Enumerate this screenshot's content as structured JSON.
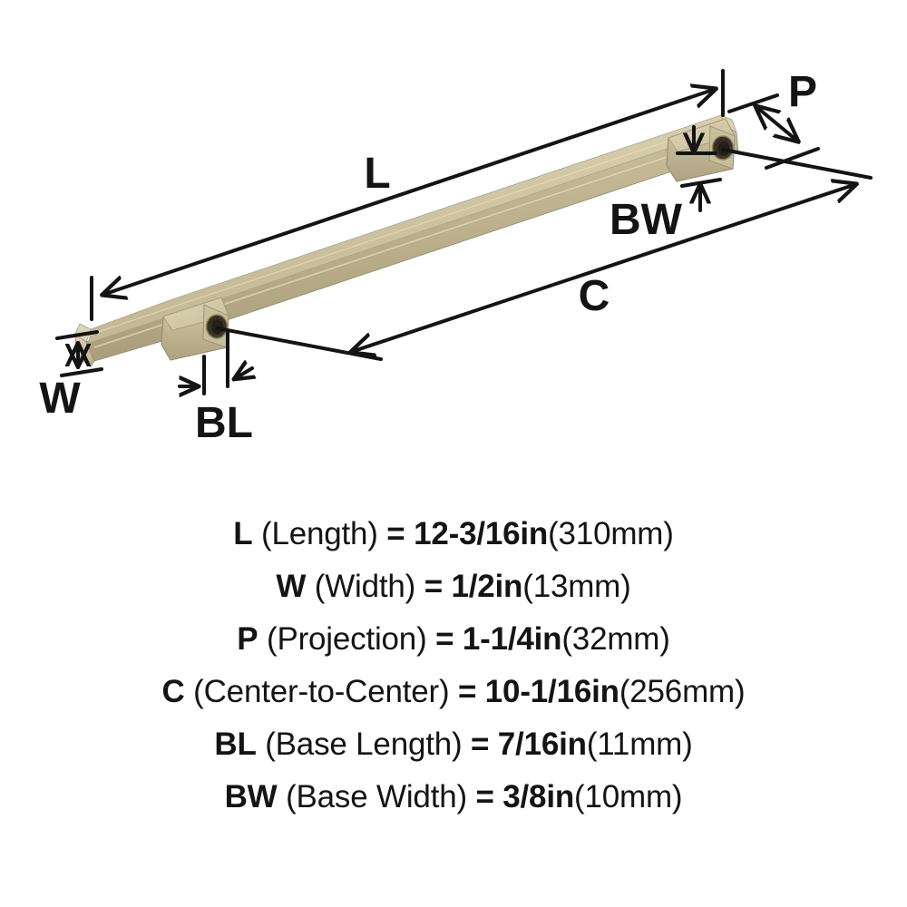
{
  "product": {
    "type": "cabinet-pull-handle",
    "finish_color": "#c3b994",
    "finish_color_dark": "#ada383",
    "finish_color_light": "#d5ccaa",
    "screw_hole_color": "#3a3228",
    "line_color": "#141414",
    "background": "#ffffff"
  },
  "diagram": {
    "labels": {
      "length": "L",
      "width": "W",
      "projection": "P",
      "center_to_center": "C",
      "base_length": "BL",
      "base_width": "BW"
    }
  },
  "specs": [
    {
      "code": "L",
      "name": "(Length)",
      "equals": "=",
      "imperial": "12-3/16in",
      "metric": "(310mm)"
    },
    {
      "code": "W",
      "name": "(Width)",
      "equals": "=",
      "imperial": "1/2in",
      "metric": "(13mm)"
    },
    {
      "code": "P",
      "name": "(Projection)",
      "equals": "=",
      "imperial": "1-1/4in",
      "metric": "(32mm)"
    },
    {
      "code": "C",
      "name": "(Center-to-Center)",
      "equals": "=",
      "imperial": "10-1/16in",
      "metric": "(256mm)"
    },
    {
      "code": "BL",
      "name": "(Base Length)",
      "equals": "=",
      "imperial": "7/16in",
      "metric": "(11mm)"
    },
    {
      "code": "BW",
      "name": "(Base Width)",
      "equals": "=",
      "imperial": "3/8in",
      "metric": "(10mm)"
    }
  ]
}
